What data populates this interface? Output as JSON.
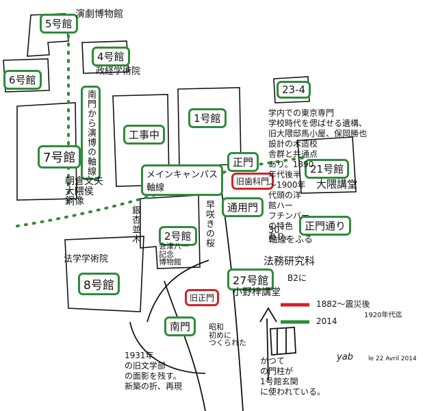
{
  "colors": {
    "green": "#2e8b3a",
    "red": "#d2232a",
    "ink": "#111111"
  },
  "buildings": {
    "b5": "5号館",
    "b4": "4号館",
    "b6": "6号館",
    "b1": "1号館",
    "b7": "7号館",
    "b2": "2号館",
    "b8": "8号館",
    "b27": "27号館",
    "b21": "21号館",
    "b23": "23-4"
  },
  "labels": {
    "theatre": "演劇博物館",
    "politics": "政経学術院",
    "construction": "工事中",
    "main_axis": "メインキャンパス\n軸線",
    "main_gate": "正門",
    "old_dental_gate": "旧歯科門",
    "service_gate": "通用門",
    "main_gate_street": "正門通り",
    "ookuma_hall": "大隈講堂",
    "ookuma_statue": "朝倉文夫\n大隈侯\n銅像",
    "law_school": "法学学術院",
    "tsubouchi": "会津八一\n記念\n博物館",
    "law_grad": "法務研究科",
    "ono_hall": "小野梓講堂",
    "b2_note": "B2に",
    "old_main_gate": "旧正門",
    "south_gate": "南門",
    "showa": "昭和\n初めに\nつくられた",
    "axis_30": "30°\n軸線をふる",
    "legend_red": "1882～震災後",
    "legend_red_sub": "1920年代迄",
    "legend_green": "2014",
    "signature": "yab",
    "date": "le 22 Avril 2014"
  },
  "vertical": {
    "south_axis": "南門から演博の軸線",
    "ginkgo": "銀杏並木",
    "sakura": "早咲きの桜"
  },
  "notes": {
    "top_right": "学内での東京専門\n学校時代を偲ばせる遺構、\n旧大隈邸馬小屋、保岡勝也\n設計の木造校\n舎群と共通点\nあり。1890\n年代後半\n～1900年\n代頭の洋\n館ハー\nフチンバー\nの特色\nあり。",
    "gate_1931": "1931年\nの旧文学部\nの面影を残す。\n新築の折、再現",
    "columns": "かつて\nの門柱が\n1号館玄関\nに使われている。"
  }
}
